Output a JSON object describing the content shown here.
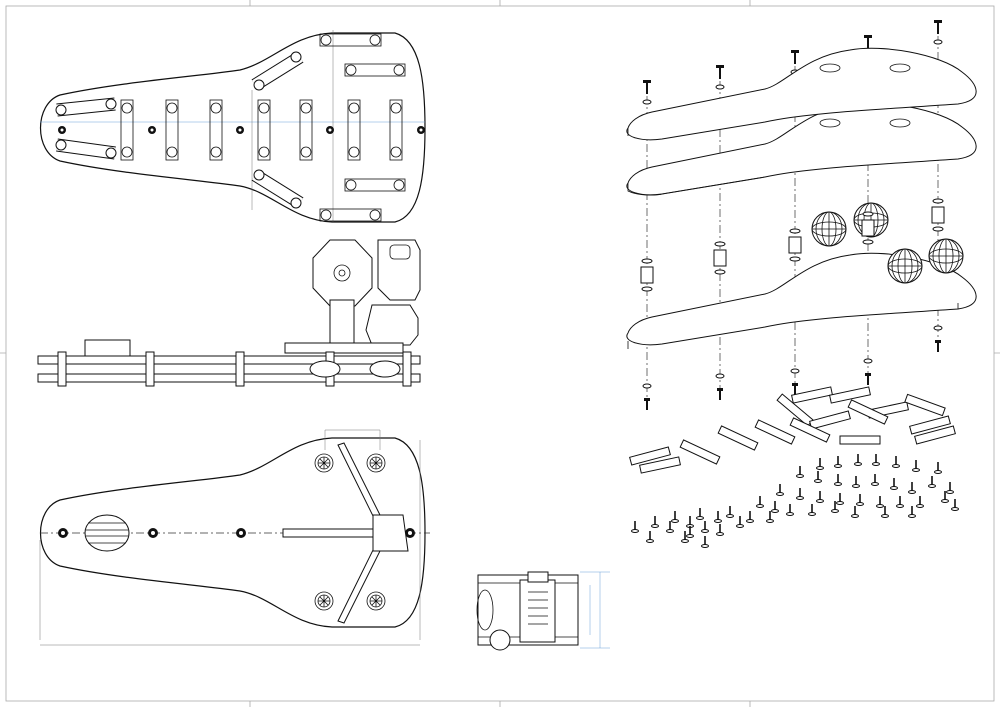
{
  "sheet": {
    "views": [
      "top-view",
      "side-view",
      "bottom-view",
      "detail-view",
      "exploded-view"
    ]
  },
  "colors": {
    "line": "#111111",
    "dimension": "#6aa0d8",
    "frame": "#999999"
  },
  "icons": [
    "saddle-outline",
    "bolt",
    "washer",
    "spacer",
    "ball-joint",
    "rail-block",
    "screw"
  ]
}
